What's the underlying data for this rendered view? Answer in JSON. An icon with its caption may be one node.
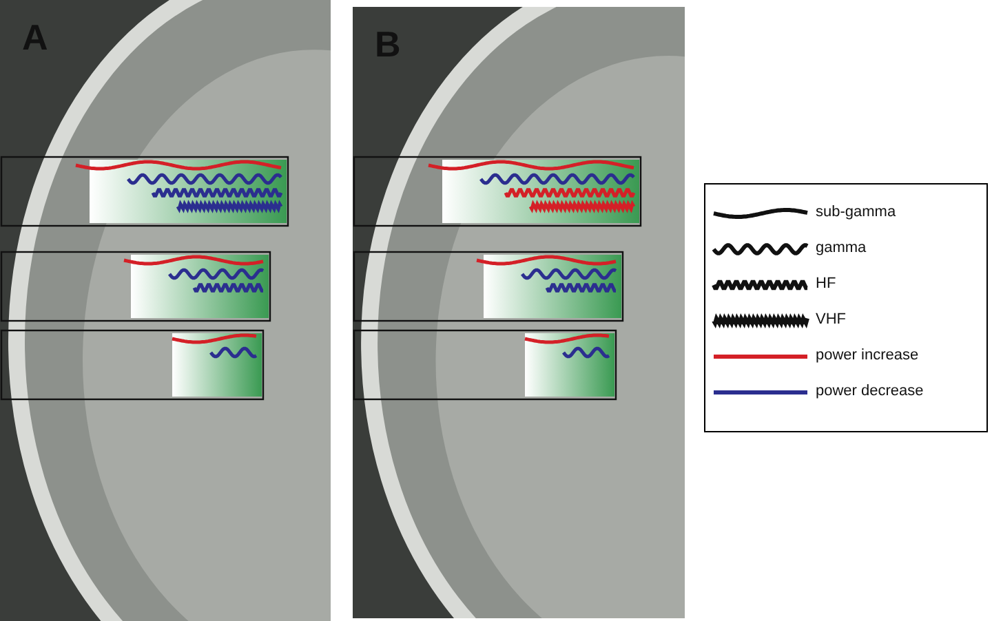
{
  "diagram": {
    "labels": [
      "A",
      "B"
    ],
    "legend": [
      {
        "text": "sub-gamma"
      },
      {
        "text": "gamma"
      },
      {
        "text": "HF"
      },
      {
        "text": "VHF"
      },
      {
        "text": "power increase",
        "color": "#d42027"
      },
      {
        "text": "power decrease",
        "color": "#2b2e8f"
      }
    ]
  }
}
